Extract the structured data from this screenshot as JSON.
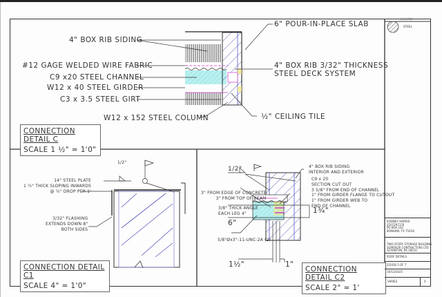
{
  "sheet": {
    "background": "#fdfdfd",
    "line_color": "#333333",
    "accent_colors": {
      "cyan_fill": "#aeeeee",
      "magenta": "#cc33cc",
      "blue_hatch": "#5555cc",
      "yellow": "#f2e87a"
    }
  },
  "legend": {
    "header": "LEGEND",
    "items": [
      {
        "symbol": "steel-hatch-circle",
        "label": "STEEL"
      }
    ]
  },
  "detail_c": {
    "title": "CONNECTION DETAIL C",
    "scale": "SCALE    1 ½\" = 1'0\"",
    "callouts": {
      "siding": "4\" BOX RIB SIDING",
      "wire": "#12 GAGE WELDED WIRE FABRIC",
      "channel": "C9 x20 STEEL CHANNEL",
      "girder": "W12 x 40 STEEL GIRDER",
      "girt": "C3 x 3.5 STEEL GIRT",
      "column": "W12 x 152 STEEL COLUMN",
      "slab": "6\" POUR-IN-PLACE SLAB",
      "deck_line1": "4\" BOX RIB 3/32\" THICKNESS",
      "deck_line2": "STEEL DECK SYSTEM",
      "ceiling": "½\" CEILING TILE"
    }
  },
  "detail_c1": {
    "title": "CONNECTION DETAIL C1",
    "scale": "SCALE    4\" = 1'0\"",
    "weld": "1/2\"",
    "callouts": {
      "plate": "14\" STEEL PLATE\n1 ½\" THICK SLOPING INWARDS\n@   ¼\" DROP PER 1'",
      "flashing": "3/32\" FLASHING\nEXTENDS DOWN 8\"\nBOTH SIDES"
    }
  },
  "detail_c2": {
    "title": "CONNECTION DETAIL C2",
    "scale": "SCALE     2\" = 1'",
    "weld": "1/2\"",
    "callouts": {
      "siding": "4\" BOX RIB SIDING\nINTERIOR AND EXTERIOR",
      "cutout": "C9 x 20\nSECTION CUT OUT\n3 5/8\" FROM END OF CHANNEL\n1\" FROM GIRDER FLANGE TO CUTOUT\n1\" FROM GIRDER WEB TO\nEND OF CHANNEL",
      "concrete": "3\" FROM EDGE OF CONCRETE\n3\" FROM TOP OF BEAM",
      "angle": "3/8\" THICK ANGLE\nEACH LEG 4\"",
      "bolt": "5/8\"Øx3\"-11-UNC-2A (2)",
      "dim_6": "6\"",
      "dim_134": "1¾\"",
      "dim_112": "1½\"",
      "dim_1": "1\""
    }
  },
  "title_block": {
    "owner": "RODNEY HARRIS\n2507297176\nPO BOX 102\nBONHAM, TX 75418",
    "project": "TWO-STORY STORAGE BUILDING\nSUPERIOR CONTRACTORS LTD\nSCRANTON, PA 18510",
    "sheet_title": "ROOF DETAILS",
    "sheet_number": "2/2030 5 OF 7",
    "date": "10/13/2025",
    "scale": "VARIES",
    "revision": "0"
  }
}
